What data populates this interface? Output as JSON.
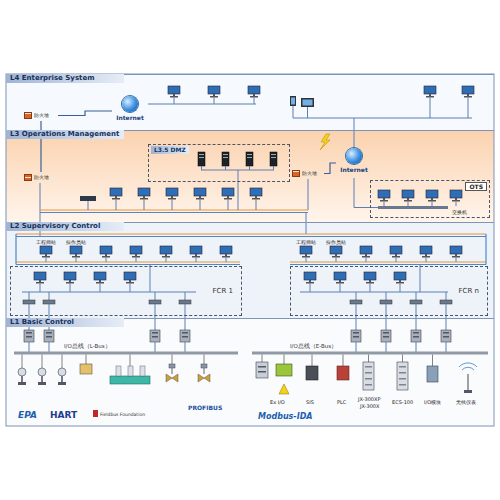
{
  "diagram": {
    "nodes": [
      {
        "text": [
          "L4 Enterprise System"
        ]
      },
      {
        "text": [
          "Internet"
        ],
        "in": 0
      },
      {
        "text": [
          "防火墙"
        ],
        "in": 0
      },
      {
        "text": [
          "L3 Operations Management"
        ]
      },
      {
        "text": [
          "L3.5 DMZ"
        ],
        "in": 3
      },
      {
        "text": [
          "防火墙"
        ],
        "in": 3
      },
      {
        "text": [
          "防火墙"
        ],
        "in": 3
      },
      {
        "text": [
          "Internet"
        ],
        "in": 3
      },
      {
        "text": [
          "OTS"
        ],
        "in": 3
      },
      {
        "text": [
          "L2 Supervisory Control"
        ]
      },
      {
        "text": [
          "FCR 1"
        ],
        "in": 9
      },
      {
        "text": [
          "FCR n"
        ],
        "in": 9
      },
      {
        "text": [
          "L1 Basic Control"
        ]
      }
    ],
    "edges": [
      {
        "from": 2,
        "to": 1,
        "arrow": "none"
      },
      {
        "from": 2,
        "to": 5,
        "arrow": "none"
      },
      {
        "from": 6,
        "to": 7,
        "arrow": "none"
      }
    ],
    "labels": [
      "I/O总线（L-Bus）",
      "I/O总线（E-Bus）",
      "工程师站",
      "操作员站",
      "工程师站",
      "操作员站",
      "交换机",
      "Ex I/O",
      "SIS",
      "PLC",
      "JX-300XP",
      "JX-300X",
      "ECS-100",
      "I/O模块",
      "无线仪表",
      "EPA",
      "HART",
      "Fieldbus Foundation",
      "PROFIBUS",
      "Modbus-IDA"
    ]
  }
}
